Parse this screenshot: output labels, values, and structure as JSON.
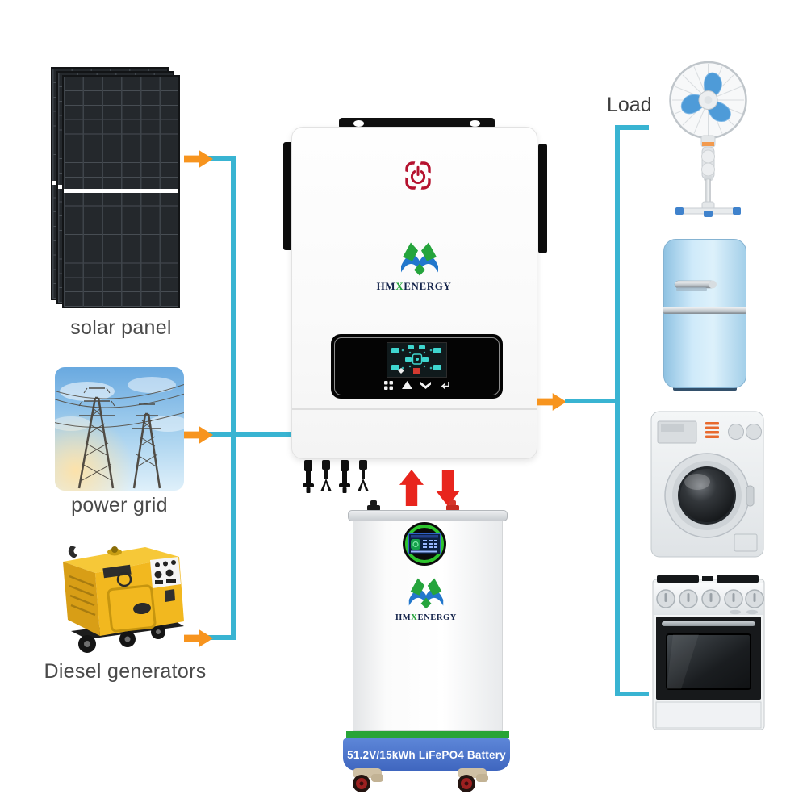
{
  "sources": [
    {
      "name": "solar-panel",
      "label": "solar panel"
    },
    {
      "name": "power-grid",
      "label": "power grid"
    },
    {
      "name": "diesel-generator",
      "label": "Diesel generators"
    }
  ],
  "load": {
    "label": "Load",
    "appliances": [
      "pedestal-fan",
      "refrigerator",
      "washing-machine",
      "electric-stove"
    ]
  },
  "inverter": {
    "brand": {
      "hm": "HM",
      "x": "X",
      "energy": "ENERGY"
    },
    "icons": [
      "power-icon",
      "menu-grid-icon",
      "arrow-up-icon",
      "arrow-down-icon",
      "enter-icon"
    ]
  },
  "battery": {
    "brand": {
      "hm": "HM",
      "x": "X",
      "energy": "ENERGY"
    },
    "capacity_label": "51.2V/15kWh LiFePO4 Battery"
  },
  "colors": {
    "line_cyan": "#39b4d2",
    "arrow_orange": "#f7941e",
    "arrow_red": "#e8251d",
    "battery_base_blue": "#4a74cc",
    "battery_stripe_green": "#28a437",
    "display_ring_green": "#2ec52e",
    "logo_green": "#25a43c",
    "logo_blue": "#2277cc",
    "power_icon_red": "#b5122f"
  }
}
